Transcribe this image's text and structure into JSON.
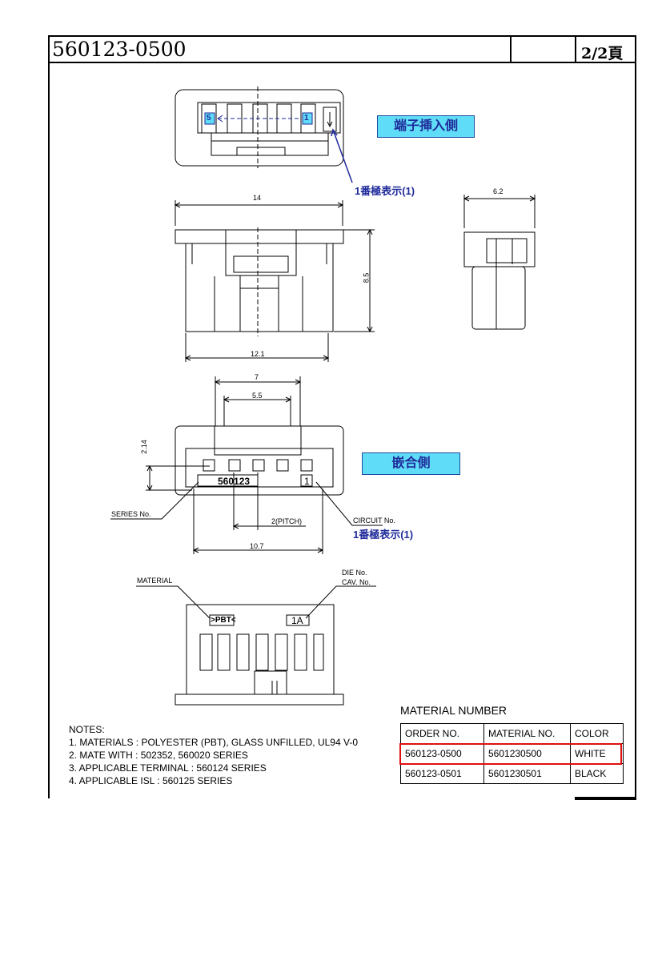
{
  "header": {
    "doc_number": "560123-0500",
    "page": "2/2頁"
  },
  "views": {
    "insertion_side_label": "端子挿入側",
    "mating_side_label": "嵌合側",
    "pin1_top_label": "1番極表示(1)",
    "pin1_front_label": "1番極表示(1)",
    "pin_5": "5",
    "pin_1": "1"
  },
  "dimensions": {
    "width_14": "14",
    "height_8_5": "8.5",
    "width_12_1": "12.1",
    "depth_6_2": "6.2",
    "width_7": "7",
    "width_5_5": "5.5",
    "height_2_14": "2.14",
    "pitch": "2(PITCH)",
    "width_10_7": "10.7"
  },
  "labels": {
    "series_no": "SERIES No.",
    "circuit_no": "CIRCUIT No.",
    "series_stamp": "560123",
    "circuit_stamp": "1",
    "material": "MATERIAL",
    "die_no": "DIE No.",
    "cav_no": "CAV. No.",
    "pbt_stamp": ">PBT<",
    "cav_stamp": "1A"
  },
  "notes": {
    "heading": "NOTES:",
    "items": [
      "1. MATERIALS : POLYESTER (PBT), GLASS UNFILLED, UL94 V-0",
      "2. MATE WITH : 502352, 560020 SERIES",
      "3. APPLICABLE TERMINAL : 560124 SERIES",
      "4. APPLICABLE ISL : 560125 SERIES"
    ]
  },
  "material_table": {
    "title": "MATERIAL NUMBER",
    "headers": [
      "ORDER NO.",
      "MATERIAL NO.",
      "COLOR"
    ],
    "rows": [
      [
        "560123-0500",
        "5601230500",
        "WHITE"
      ],
      [
        "560123-0501",
        "5601230501",
        "BLACK"
      ]
    ],
    "highlight_color": "#e01010"
  },
  "colors": {
    "callout_fill": "#5fdcf7",
    "callout_text": "#1f2a9a",
    "line": "#000000"
  }
}
